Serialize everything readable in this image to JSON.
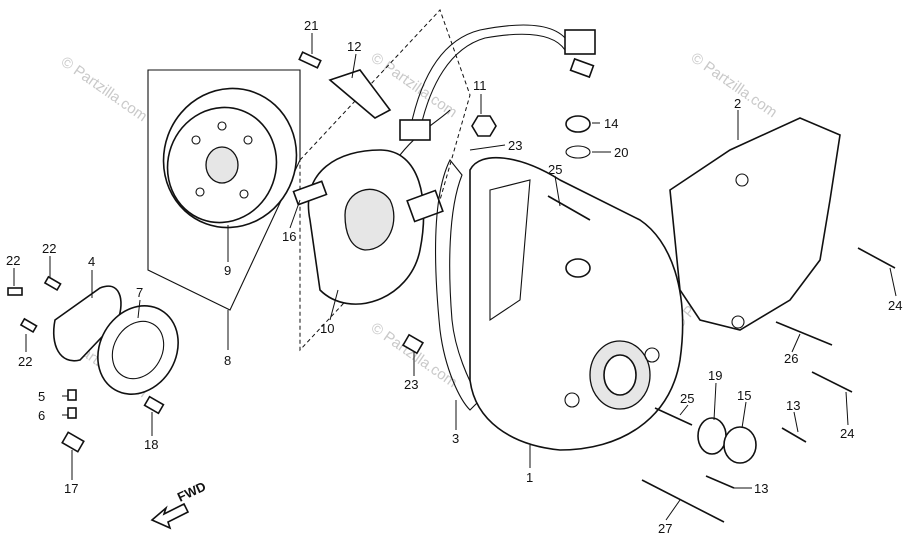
{
  "watermark": {
    "text": "© Partzilla.com"
  },
  "fwd_label": "FWD",
  "callouts": [
    "1",
    "2",
    "3",
    "4",
    "5",
    "6",
    "7",
    "8",
    "9",
    "10",
    "11",
    "12",
    "13",
    "13",
    "14",
    "15",
    "16",
    "17",
    "18",
    "19",
    "20",
    "21",
    "22",
    "22",
    "22",
    "23",
    "23",
    "24",
    "24",
    "25",
    "25",
    "26",
    "27"
  ]
}
